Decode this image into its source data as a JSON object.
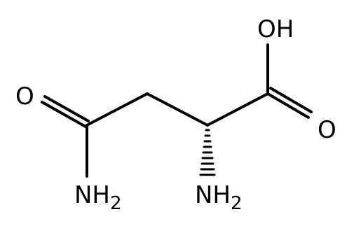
{
  "atoms": {
    "hydroxyl": "OH",
    "acid_oxygen": "O",
    "amide_oxygen": "O",
    "amide_nitrogen": {
      "element": "NH",
      "subscript": "2"
    },
    "alpha_amine": {
      "element": "NH",
      "subscript": "2"
    }
  },
  "colors": {
    "oxygen": "#ff0d0d",
    "nitrogen": "#3050f8",
    "bond": "#000000",
    "background": "#ffffff"
  }
}
